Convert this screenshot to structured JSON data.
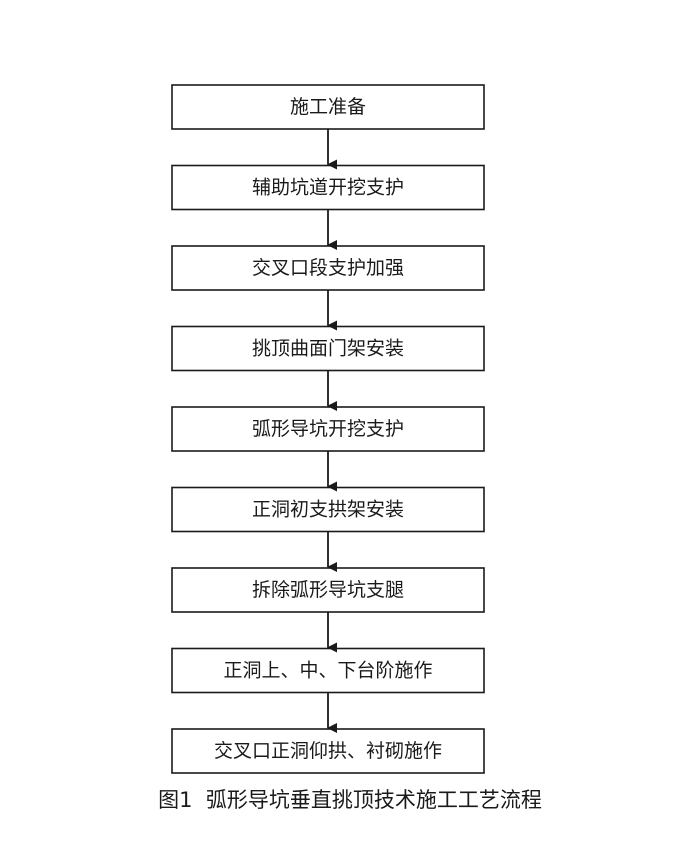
{
  "diagram": {
    "steps": [
      "施工准备",
      "辅助坑道开挖支护",
      "交叉口段支护加强",
      "挑顶曲面门架安装",
      "弧形导坑开挖支护",
      "正洞初支拱架安装",
      "拆除弧形导坑支腿",
      "正洞上、中、下台阶施作",
      "交叉口正洞仰拱、衬砌施作"
    ],
    "caption": "图1  弧形导坑垂直挑顶技术施工工艺流程"
  }
}
